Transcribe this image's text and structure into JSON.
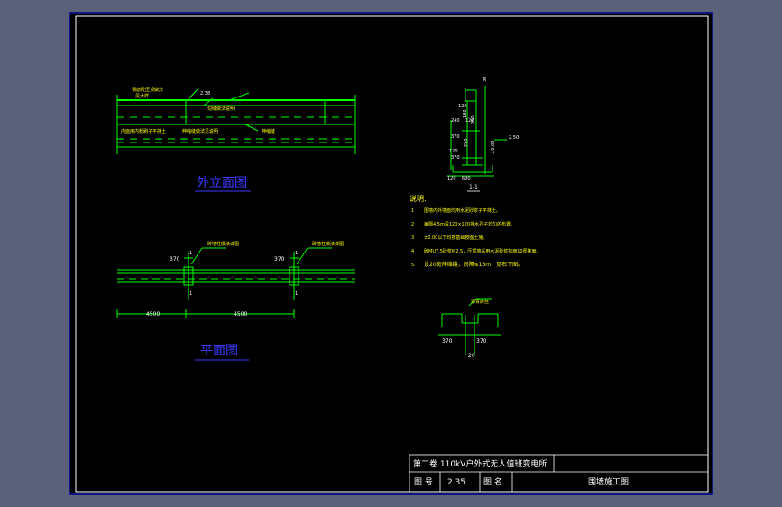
{
  "elevation": {
    "title": "外立面图",
    "label_top_a": "钢筋砼压顶做法",
    "label_top_b": "见大样",
    "dim_top": "2.38",
    "label_mid": "勾缝做法说明",
    "label_left": "内面用内粉刷子平抹土",
    "label_bottom": "伸缩缝做法见说明",
    "label_right": "伸缩缝"
  },
  "plan": {
    "title": "平面图",
    "note_left": "砖墙柱做法详图",
    "note_right": "砖墙柱做法详图",
    "dim_370_a": "370",
    "dim_370_b": "370",
    "section_a": "1",
    "section_b": "1",
    "section_c": "1",
    "section_d": "1",
    "dim_4500_a": "4500",
    "dim_4500_b": "4500"
  },
  "section": {
    "label": "1-1",
    "dims": [
      "30",
      "120",
      "180",
      "240",
      "120",
      "250",
      "370",
      "250",
      "120",
      "370",
      "120",
      "630",
      "±0.00",
      "2.50"
    ]
  },
  "notes": {
    "heading": "说明:",
    "items": [
      {
        "num": "1",
        "text": "围墙内外墙面均用水泥砂浆子平抹土。"
      },
      {
        "num": "2",
        "text": "每隔4.5m设120×120排水孔子均匀的布置。"
      },
      {
        "num": "3",
        "text": "±0.00以下均按基础按图土施。"
      },
      {
        "num": "4",
        "text": "砖MU7.5砂浆M2.5，压顶墙采用水泥砂浆抹面10厚抹面。"
      },
      {
        "num": "5.",
        "text": "设20宽伸缩缝，间隔≤15m，见右下图。"
      }
    ]
  },
  "joint_detail": {
    "label": "沥青麻丝",
    "dim_left": "370",
    "dim_right": "370",
    "dim_gap": "20"
  },
  "title_block": {
    "project": "第二卷  110kV户外式无人值班变电所",
    "drawing_no_label": "图 号",
    "drawing_no": "2.35",
    "drawing_name_label": "图 名",
    "drawing_name": "围墙施工图"
  },
  "colors": {
    "line": "#00ff00",
    "title_blue": "#3a3aff",
    "text_yellow": "#ffff00",
    "frame_white": "#ffffff",
    "frame_blue": "#1a2aff"
  }
}
